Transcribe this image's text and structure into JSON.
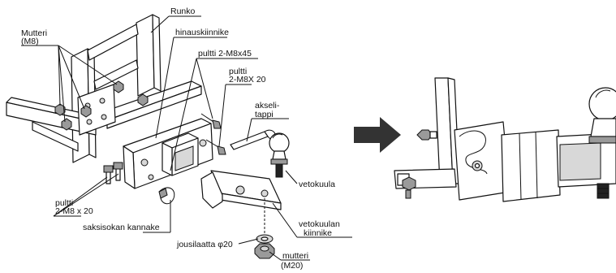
{
  "labels": {
    "runko": "Runko",
    "mutteri_m8_line1": "Mutteri",
    "mutteri_m8_line2": "(M8)",
    "hinauskiinnike": "hinauskiinnike",
    "pultti_2m8x45": "pultti 2-M8x45",
    "pultti_2m8x20_top_line1": "pultti",
    "pultti_2m8x20_top_line2": "2-M8X 20",
    "akselitappi_line1": "akseli-",
    "akselitappi_line2": "tappi",
    "vetokuula": "vetokuula",
    "pultti_2m8x20_left_line1": "pultti",
    "pultti_2m8x20_left_line2": "2-M8 x 20",
    "saksisokan_kannake": "saksisokan kannake",
    "vetokuulan_kiinnike_line1": "vetokuulan",
    "vetokuulan_kiinnike_line2": "kiinnike",
    "jousilaatta": "jousilaatta φ20",
    "mutteri_m20_line1": "mutteri",
    "mutteri_m20_line2": "(M20)"
  },
  "colors": {
    "line": "#111111",
    "background": "#ffffff",
    "arrow": "#333333"
  },
  "icons": {
    "arrow": "right-arrow-icon"
  }
}
